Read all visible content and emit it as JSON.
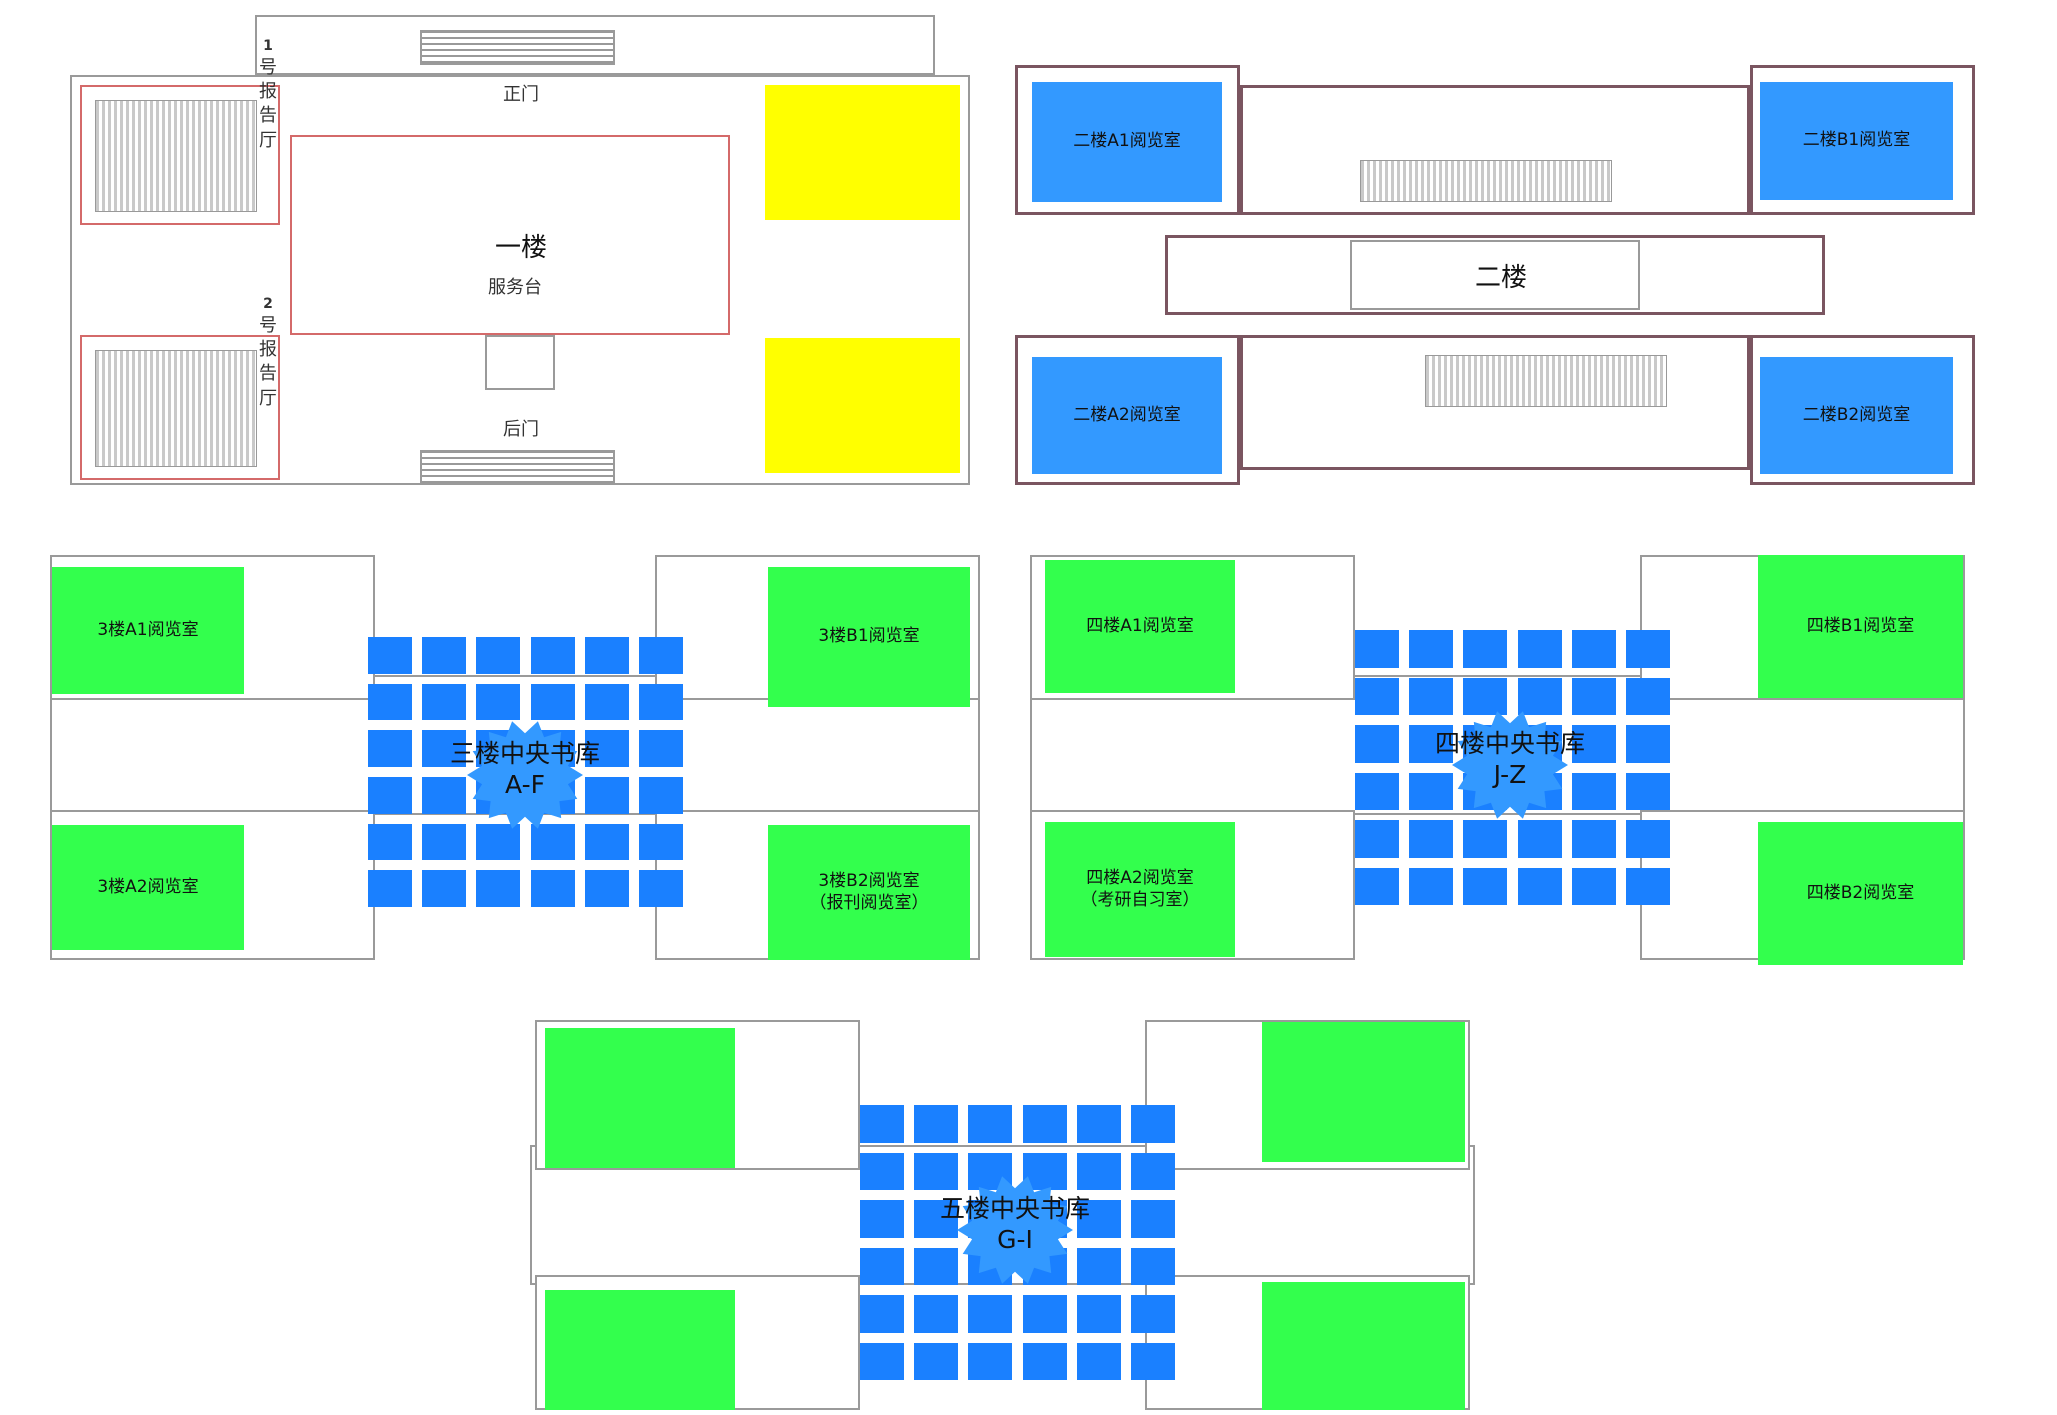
{
  "floor1": {
    "title": "一楼",
    "service_desk": "服务台",
    "front_door": "正门",
    "back_door": "后门",
    "hall1_number": "1",
    "hall1_chars": [
      "号",
      "报",
      "告",
      "厅"
    ],
    "hall2_number": "2",
    "hall2_chars": [
      "号",
      "报",
      "告",
      "厅"
    ]
  },
  "floor2": {
    "title": "二楼",
    "rooms": {
      "a1": "二楼A1阅览室",
      "b1": "二楼B1阅览室",
      "a2": "二楼A2阅览室",
      "b2": "二楼B2阅览室"
    }
  },
  "floor3": {
    "rooms": {
      "a1": "3楼A1阅览室",
      "b1": "3楼B1阅览室",
      "a2": "3楼A2阅览室",
      "b2_line1": "3楼B2阅览室",
      "b2_line2": "（报刊阅览室）"
    },
    "stack_line1": "三楼中央书库",
    "stack_line2": "A-F"
  },
  "floor4": {
    "rooms": {
      "a1": "四楼A1阅览室",
      "b1": "四楼B1阅览室",
      "a2_line1": "四楼A2阅览室",
      "a2_line2": "（考研自习室）",
      "b2": "四楼B2阅览室"
    },
    "stack_line1": "四楼中央书库",
    "stack_line2": "J-Z"
  },
  "floor5": {
    "stack_line1": "五楼中央书库",
    "stack_line2": "G-I"
  },
  "colors": {
    "reading_room_floor2": "#3399ff",
    "reading_room_upper": "#33ff4d",
    "floor1_highlight": "#ffff00",
    "stack_shelf": "#1a80ff"
  }
}
